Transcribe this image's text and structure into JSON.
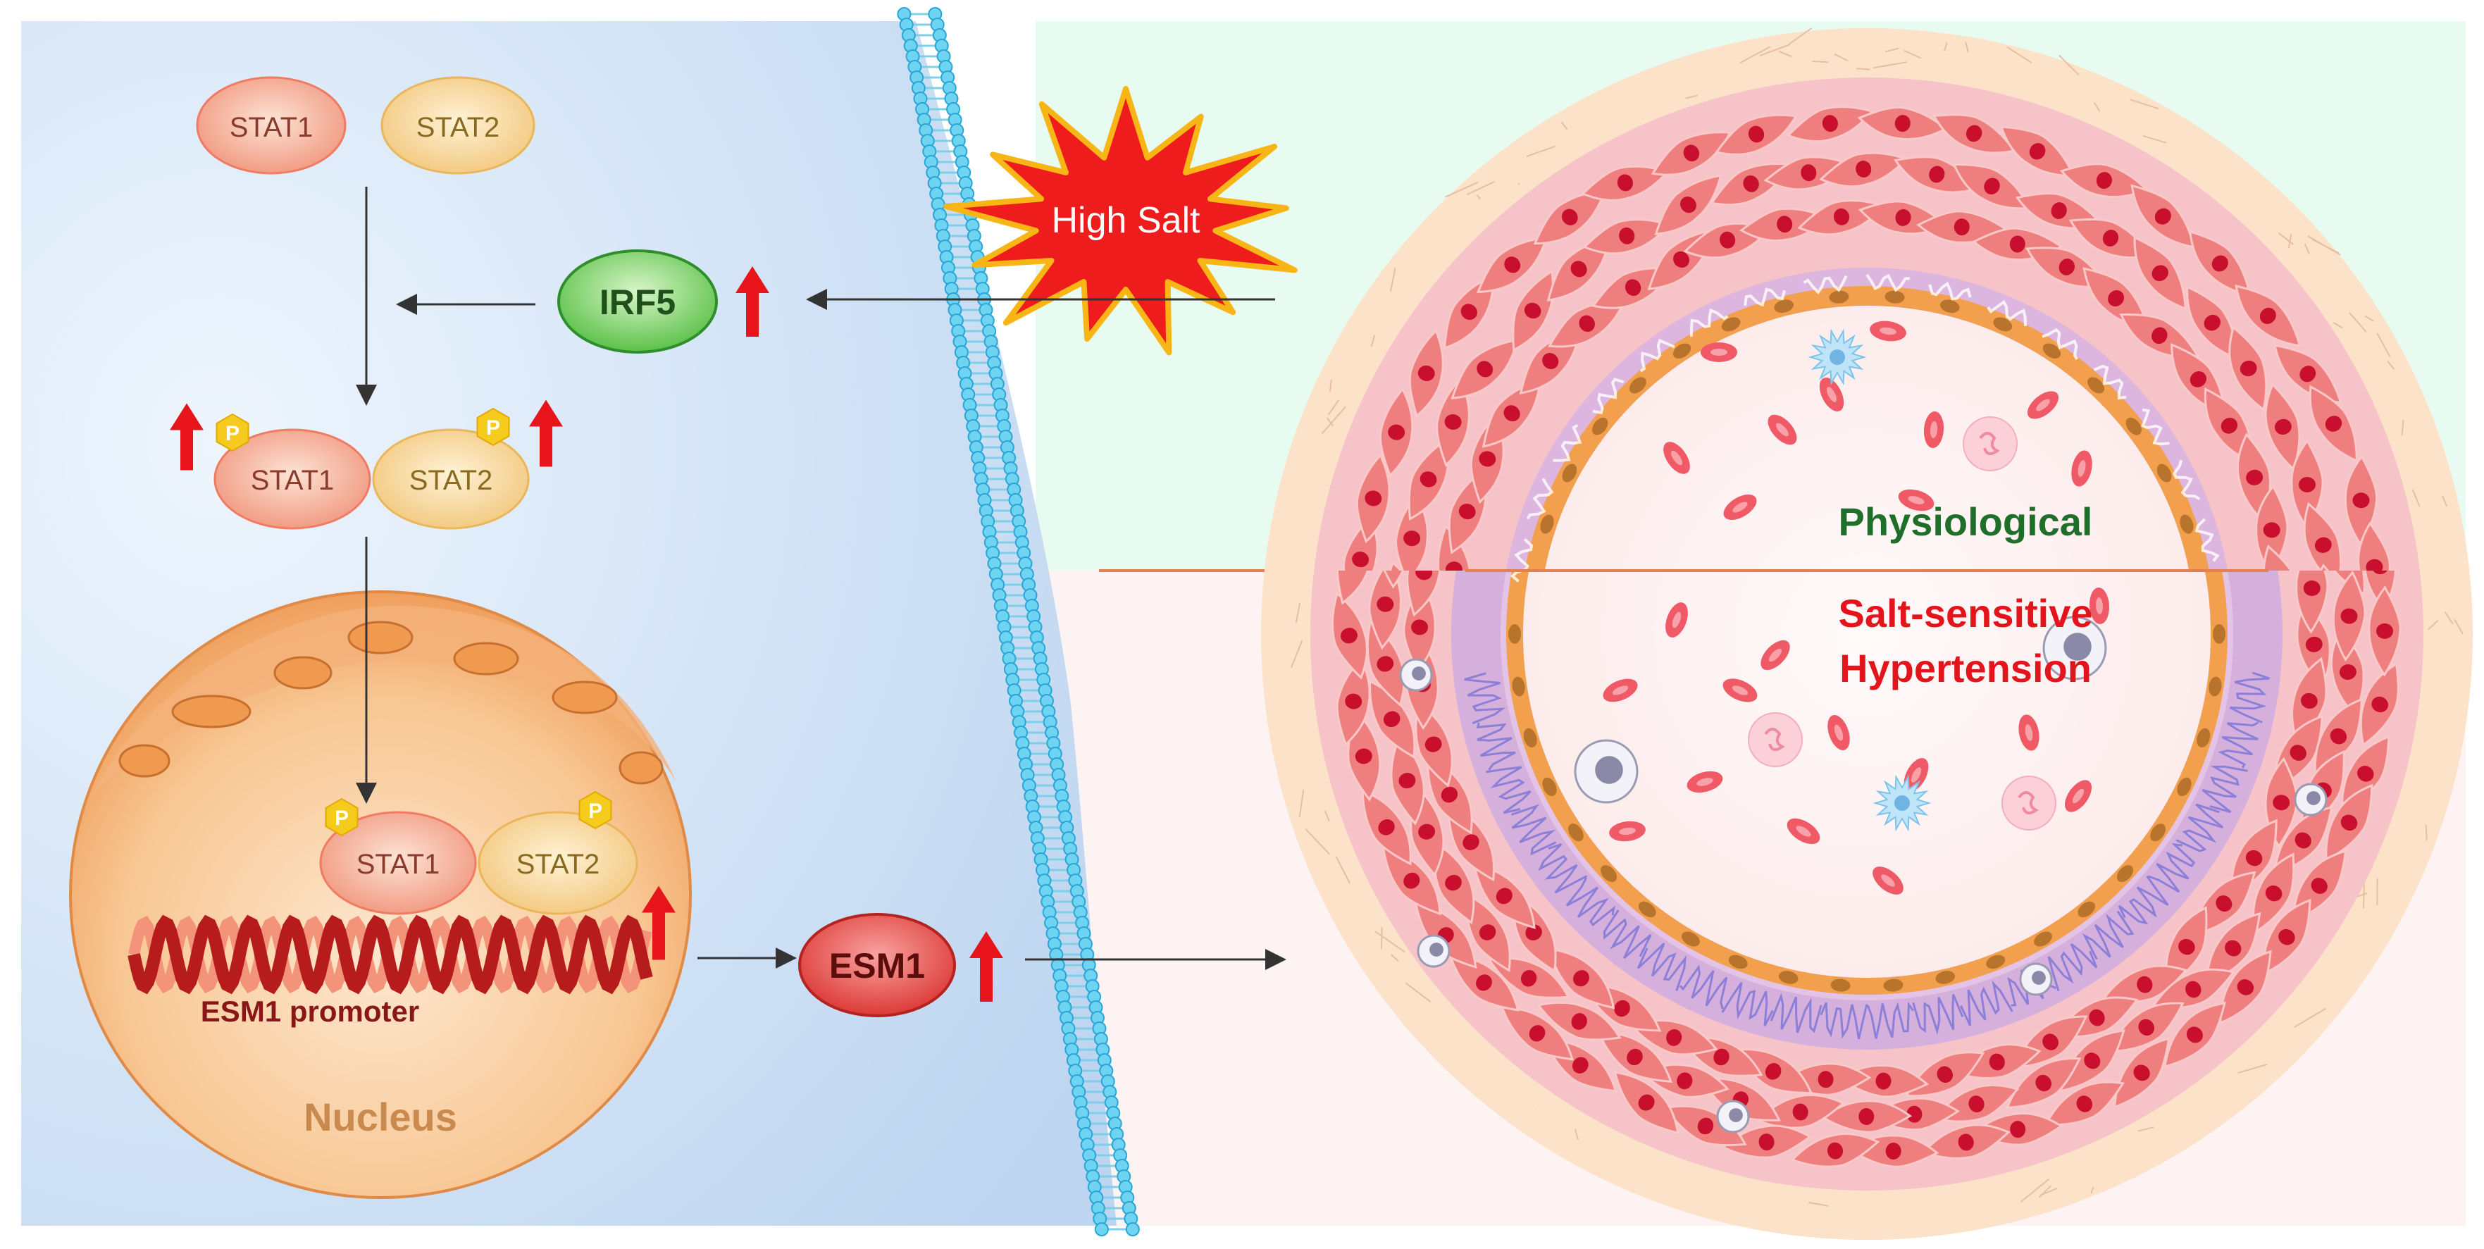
{
  "labels": {
    "stat1": "STAT1",
    "stat2": "STAT2",
    "irf5": "IRF5",
    "high_salt": "High Salt",
    "p": "P",
    "esm1_promoter": "ESM1 promoter",
    "nucleus": "Nucleus",
    "esm1": "ESM1",
    "physiological": "Physiological",
    "salt_sensitive_1": "Salt-sensitive",
    "salt_sensitive_2": "Hypertension"
  },
  "colors": {
    "cytoplasm": "#c9dcf3",
    "extracellular_top": "#e8fbf1",
    "extracellular_bottom": "#fdf3f3",
    "up_arrow": "#e8141b",
    "irf5_green": "#3fa83b",
    "physiological_text": "#1f6e2a",
    "hypertension_text": "#e3141b",
    "nucleus_label": "#c98a4f",
    "phospho": "#f5cc1d"
  }
}
